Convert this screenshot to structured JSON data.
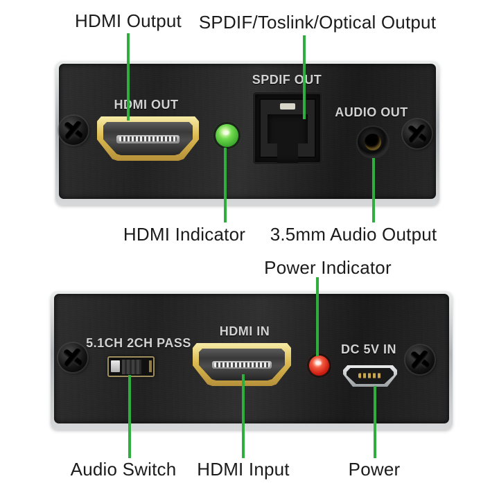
{
  "callouts": {
    "hdmi_output": "HDMI Output",
    "spdif_output": "SPDIF/Toslink/Optical Output",
    "hdmi_indicator": "HDMI Indicator",
    "audio_output_35mm": "3.5mm Audio Output",
    "power_indicator": "Power Indicator",
    "audio_switch": "Audio Switch",
    "hdmi_input": "HDMI Input",
    "power": "Power"
  },
  "panel_text": {
    "hdmi_out": "HDMI OUT",
    "spdif_out": "SPDIF OUT",
    "audio_out": "AUDIO OUT",
    "switch_label": "5.1CH 2CH PASS",
    "hdmi_in": "HDMI IN",
    "dc_in": "DC 5V IN"
  },
  "colors": {
    "leader_line_green": "#2fae3e",
    "led_green": "#52c13a",
    "led_red": "#d01f12",
    "hdmi_gold": "#d9b84e",
    "panel_black": "#202020",
    "frame_silver": "#c6c8ca",
    "label_text": "#1b1b1b",
    "panel_label_text": "#d2d2d2"
  }
}
